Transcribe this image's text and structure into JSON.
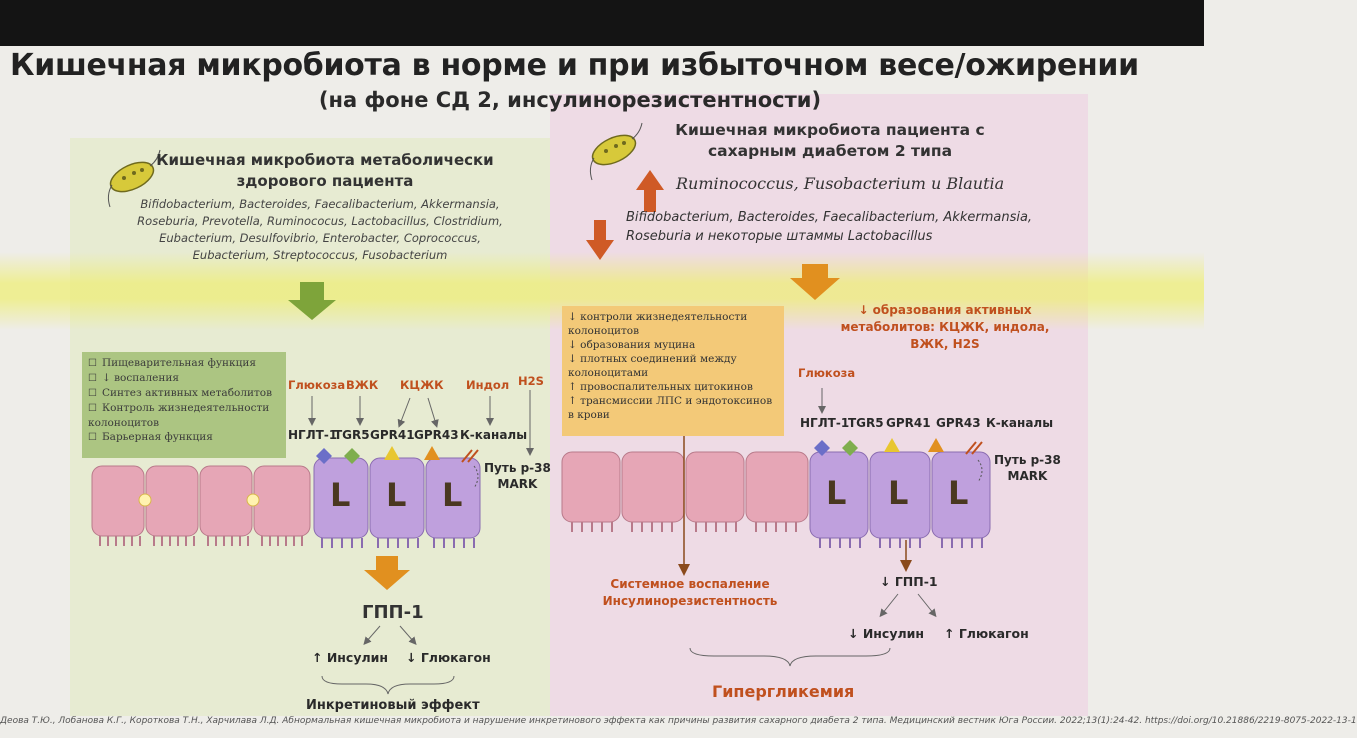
{
  "slide": {
    "title": "Кишечная микробиота в норме и при избыточном весе/ожирении",
    "subtitle": "(на фоне СД 2, инсулинорезистентности)"
  },
  "left": {
    "heading_line1": "Кишечная микробиота метаболически",
    "heading_line2": "здорового пациента",
    "bacteria_lines": [
      "Bifidobacterium, Bacteroides, Faecalibacterium, Akkermansia,",
      "Roseburia, Prevotella, Ruminococus, Lactobacillus, Clostridium,",
      "Eubacterium, Desulfovibrio, Enterobacter, Coprococcus,",
      "Eubacterium, Streptococcus, Fusobacterium"
    ],
    "functions": [
      "Пищеварительная функция",
      "↓ воспаления",
      "Синтез активных метаболитов",
      "Контроль жизнедеятельности колоноцитов",
      "Барьерная функция"
    ],
    "ligands": {
      "glucose": "Глюкоза",
      "vzhk": "ВЖК",
      "kczhk": "КЦЖК",
      "indol": "Индол",
      "h2s": "H2S"
    },
    "receptors": {
      "nglt": "НГЛТ-1",
      "tgr5": "TGR5",
      "gpr41": "GPR41",
      "gpr43": "GPR43",
      "k_channels": "К-каналы"
    },
    "pathway_line1": "Путь р-38",
    "pathway_line2": "MARK",
    "cell_letter": "L",
    "glp": "ГПП-1",
    "insulin": "↑ Инсулин",
    "glucagon": "↓ Глюкагон",
    "effect": "Инкретиновый эффект"
  },
  "right": {
    "heading_line1": "Кишечная микробиота пациента с",
    "heading_line2": "сахарным диабетом 2 типа",
    "up_bacteria": "Ruminococcus, Fusobacterium и Blautia",
    "down_bacteria_line1": "Bifidobacterium, Bacteroides, Faecalibacterium, Akkermansia,",
    "down_bacteria_line2": "Roseburia и некоторые штаммы Lactobacillus",
    "effects": [
      "↓ контроли жизнедеятельности колоноцитов",
      "↓ образования муцина",
      "↓ плотных соединений между колоноцитами",
      "↑ провоспалительных цитокинов",
      "↑ трансмиссии ЛПС и эндотоксинов в крови"
    ],
    "metabolites_line1": "↓ образования активных",
    "metabolites_line2": "метаболитов: КЦЖК, индола,",
    "metabolites_line3": "ВЖК, H2S",
    "glucose": "Глюкоза",
    "receptors": {
      "nglt": "НГЛТ-1",
      "tgr5": "TGR5",
      "gpr41": "GPR41",
      "gpr43": "GPR43",
      "k_channels": "К-каналы"
    },
    "pathway_line1": "Путь р-38",
    "pathway_line2": "MARK",
    "cell_letter": "L",
    "systemic_line1": "Системное воспаление",
    "systemic_line2": "Инсулинорезистентность",
    "glp": "↓ ГПП-1",
    "insulin": "↓ Инсулин",
    "glucagon": "↑ Глюкагон",
    "hyperglycemia": "Гипергликемия"
  },
  "citation": "Деова Т.Ю., Лобанова К.Г., Короткова Т.Н., Харчилава Л.Д. Абнормальная кишечная микробиота и нарушение инкретинового эффекта как причины развития сахарного диабета 2 типа. Медицинский вестник Юга России. 2022;13(1):24-42. https://doi.org/10.21886/2219-8075-2022-13-1",
  "colors": {
    "green_arrow": "#7ea43a",
    "orange_arrow": "#e1901f",
    "red_arrow": "#cf5a26",
    "enterocyte": "#e6a6b6",
    "l_cell": "#bfa0dd",
    "green_box": "#a9c47e",
    "orange_box": "#f3c978"
  }
}
